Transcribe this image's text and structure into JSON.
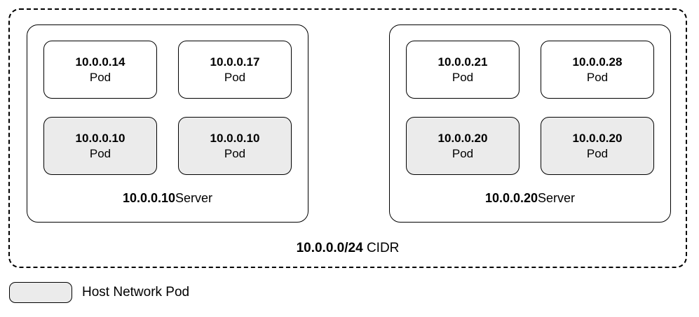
{
  "diagram": {
    "cidr": {
      "ip": "10.0.0.0/24",
      "label": "CIDR"
    },
    "servers": [
      {
        "ip": "10.0.0.10",
        "label": "Server",
        "pods": [
          {
            "ip": "10.0.0.14",
            "label": "Pod",
            "host_network": false
          },
          {
            "ip": "10.0.0.17",
            "label": "Pod",
            "host_network": false
          },
          {
            "ip": "10.0.0.10",
            "label": "Pod",
            "host_network": true
          },
          {
            "ip": "10.0.0.10",
            "label": "Pod",
            "host_network": true
          }
        ]
      },
      {
        "ip": "10.0.0.20",
        "label": "Server",
        "pods": [
          {
            "ip": "10.0.0.21",
            "label": "Pod",
            "host_network": false
          },
          {
            "ip": "10.0.0.28",
            "label": "Pod",
            "host_network": false
          },
          {
            "ip": "10.0.0.20",
            "label": "Pod",
            "host_network": true
          },
          {
            "ip": "10.0.0.20",
            "label": "Pod",
            "host_network": true
          }
        ]
      }
    ],
    "legend": {
      "label": "Host Network Pod"
    },
    "colors": {
      "border": "#000000",
      "pod_fill": "#ffffff",
      "host_pod_fill": "#ebebeb"
    }
  }
}
